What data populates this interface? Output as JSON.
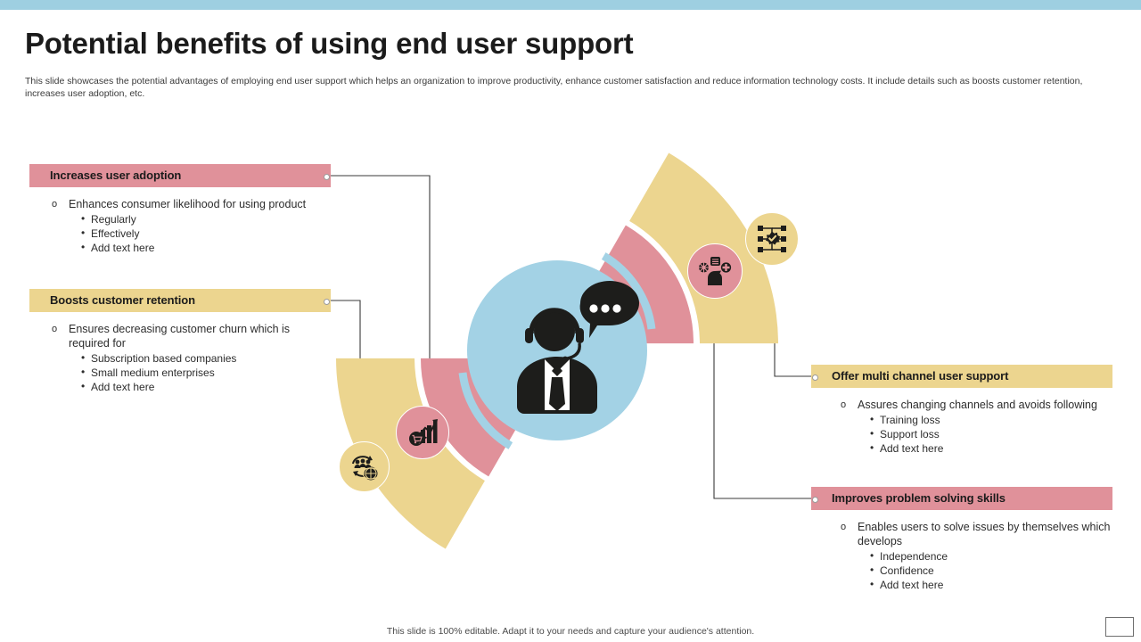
{
  "theme": {
    "accent_blue": "#9ecfe1",
    "pink": "#e0919a",
    "yellow": "#ecd58f",
    "center_circle": "#a3d2e5",
    "text": "#231f20"
  },
  "header": {
    "title": "Potential benefits of using end user support",
    "subtitle": "This slide showcases the potential advantages of employing end user support which helps an organization to improve productivity,  enhance customer satisfaction and reduce information technology costs. It include details such as boosts customer retention, increases user adoption, etc."
  },
  "callouts": [
    {
      "id": "increases-user-adoption",
      "title": "Increases user adoption",
      "color": "pink",
      "lead": "Enhances consumer likelihood for  using product",
      "lead_marker": "o",
      "bullets": [
        "Regularly",
        "Effectively",
        "Add text here"
      ],
      "bullet_marker": "•"
    },
    {
      "id": "boosts-customer-retention",
      "title": "Boosts customer retention",
      "color": "yellow",
      "lead": "Ensures decreasing customer churn which is  required for",
      "lead_marker": "o",
      "bullets": [
        "Subscription  based companies",
        "Small medium  enterprises",
        "Add text here"
      ],
      "bullet_marker": "•"
    },
    {
      "id": "offer-multi-channel-user-support",
      "title": "Offer multi channel user support",
      "color": "yellow",
      "lead": "Assures changing channels and avoids following",
      "lead_marker": "o",
      "bullets": [
        "Training  loss",
        "Support loss",
        "Add text here"
      ],
      "bullet_marker": "•"
    },
    {
      "id": "improves-problem-solving-skills",
      "title": "Improves problem solving skills",
      "color": "pink",
      "lead": "Enables users to solve  issues by themselves which  develops",
      "lead_marker": "o",
      "bullets": [
        "Independence",
        "Confidence",
        "Add text here"
      ],
      "bullet_marker": "•"
    }
  ],
  "diagram": {
    "center_icon": "headset-support-agent-icon",
    "badges": [
      {
        "id": "retention",
        "icon": "customer-retention-cycle-icon",
        "color": "yellow"
      },
      {
        "id": "adoption",
        "icon": "growth-chart-cart-icon",
        "color": "pink"
      },
      {
        "id": "multichan",
        "icon": "multi-channel-head-icon",
        "color": "pink"
      },
      {
        "id": "problem",
        "icon": "network-checkmark-icon",
        "color": "yellow"
      }
    ]
  },
  "footer": {
    "note": "This slide is 100% editable.  Adapt it to your needs and capture your audience's attention."
  }
}
